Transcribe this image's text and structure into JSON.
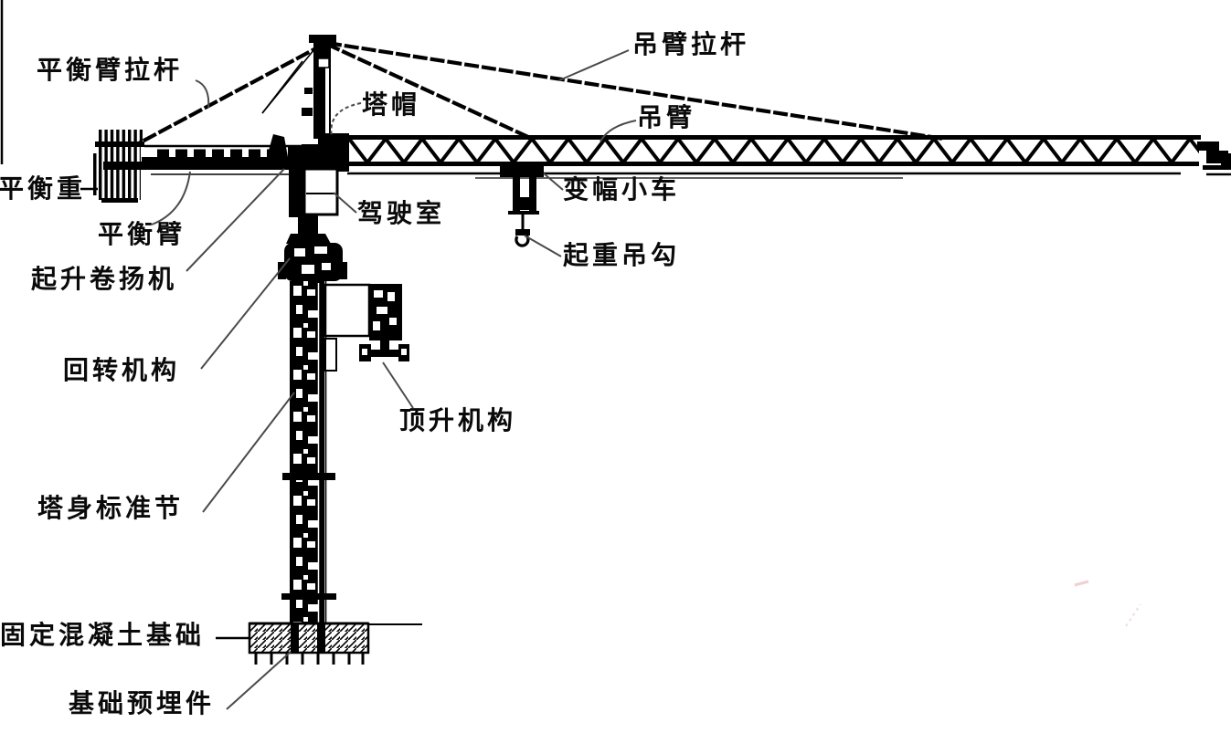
{
  "diagram": {
    "subject": "tower-crane-structure-diagram",
    "labels": {
      "counter_jib_tie_rod": "平衡臂拉杆",
      "jib_tie_rod": "吊臂拉杆",
      "tower_cap": "塔帽",
      "jib": "吊臂",
      "counterweight": "平衡重",
      "counter_jib": "平衡臂",
      "hoisting_winch": "起升卷扬机",
      "operator_cab": "驾驶室",
      "luffing_trolley": "变幅小车",
      "lifting_hook": "起重吊勾",
      "slewing_mechanism": "回转机构",
      "jacking_mechanism": "顶升机构",
      "tower_standard_section": "塔身标准节",
      "fixed_concrete_foundation": "固定混凝土基础",
      "foundation_embedded_parts": "基础预埋件"
    },
    "colors": {
      "ink": "#000000",
      "background": "#ffffff",
      "leader_line": "#4a4a4a",
      "artifact_pink": "#dc9a9a"
    }
  }
}
